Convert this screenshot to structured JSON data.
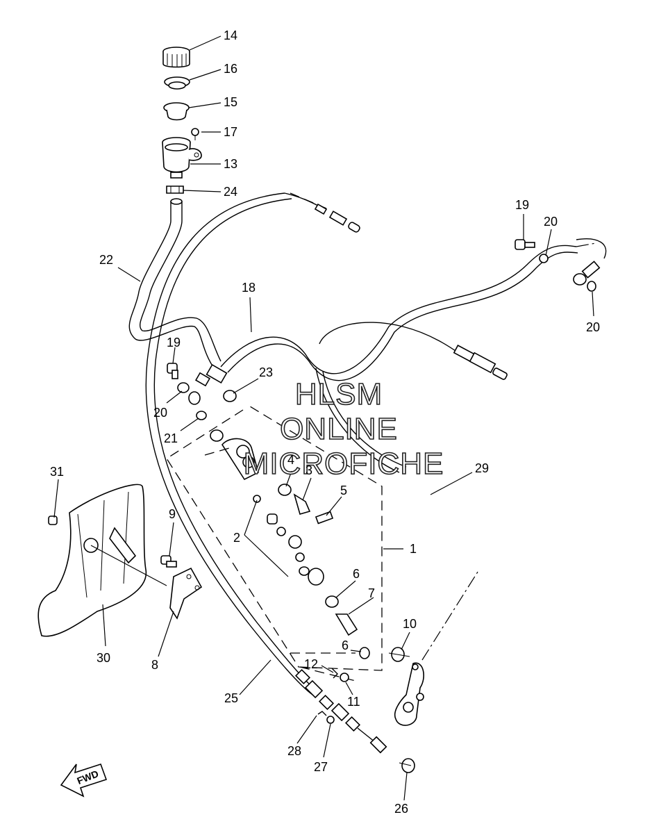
{
  "watermark": [
    "HLSM",
    "ONLINE",
    "MICROFICHE"
  ],
  "direction_arrow": "FWD",
  "callouts": [
    "14",
    "16",
    "15",
    "17",
    "13",
    "24",
    "22",
    "18",
    "19",
    "20",
    "20",
    "19",
    "20",
    "23",
    "21",
    "4",
    "3",
    "5",
    "29",
    "2",
    "1",
    "31",
    "9",
    "6",
    "7",
    "10",
    "30",
    "8",
    "6",
    "12",
    "11",
    "25",
    "28",
    "27",
    "26"
  ]
}
